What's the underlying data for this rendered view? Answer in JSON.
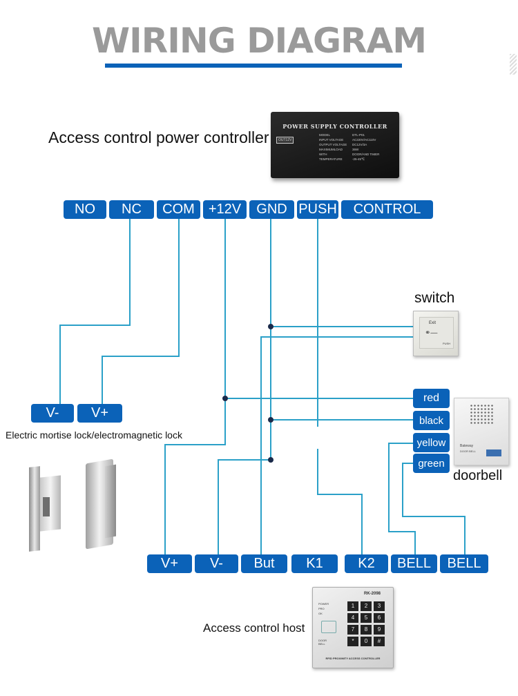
{
  "title": "WIRING DIAGRAM",
  "power_controller": {
    "label": "Access control power controller",
    "device_title": "POWER SUPPLY CONTROLLER",
    "device_rows": [
      "MODEL",
      "INPUT VOLTAGE",
      "OUTPUT VOLTAGE",
      "MAXIMUMLOAD",
      "WITH",
      "TEMPERATURE"
    ],
    "device_values": [
      "DTL-P01",
      "AC220V/AC110V",
      "DC12V/3A",
      "36W",
      "DOOR/AND TIMER",
      "-25-45℃"
    ],
    "device_tag": "OUT12V"
  },
  "top_terminals": [
    "NO",
    "NC",
    "COM",
    "+12V",
    "GND",
    "PUSH",
    "CONTROL"
  ],
  "lock": {
    "terminals": [
      "V-",
      "V+"
    ],
    "label": "Electric mortise lock/electromagnetic lock"
  },
  "switch": {
    "label": "switch",
    "device_text": "Exit",
    "sub_text": "PUSH"
  },
  "doorbell": {
    "wires": [
      "red",
      "black",
      "yellow",
      "green"
    ],
    "label": "doorbell",
    "device_text": "Bateway",
    "device_sub": "DOOR BELL"
  },
  "host": {
    "terminals": [
      "V+",
      "V-",
      "But",
      "K1",
      "K2",
      "BELL",
      "BELL"
    ],
    "label": "Access control host",
    "device_title": "RK-2098",
    "status": [
      "POWER",
      "PRO",
      "OK"
    ],
    "keys": [
      "1",
      "2",
      "3",
      "4",
      "5",
      "6",
      "7",
      "8",
      "9",
      "*",
      "0",
      "#"
    ],
    "bell": "DOOR BELL",
    "bottom": "RFID PROXIMITY ACCESS CONTROLLER"
  },
  "colors": {
    "accent": "#0b62b8",
    "wire": "#2aa0c8",
    "title": "#9a9a9a"
  }
}
